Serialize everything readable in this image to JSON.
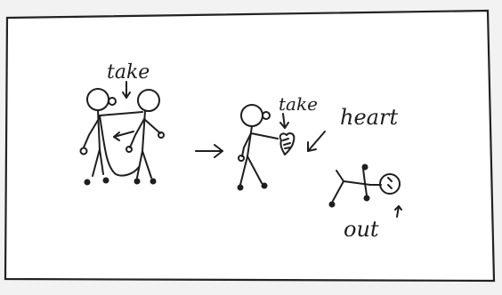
{
  "labels": {
    "take_left": "take",
    "take_right": "take",
    "heart": "heart",
    "out": "out"
  }
}
